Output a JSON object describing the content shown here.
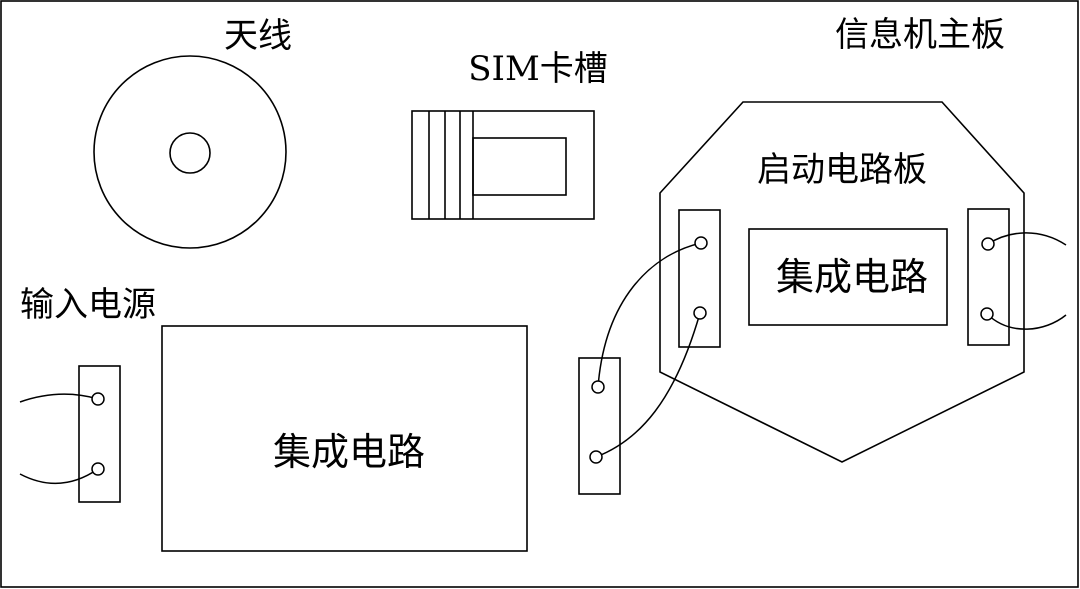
{
  "labels": {
    "antenna": "天线",
    "sim_slot": "SIM卡槽",
    "main_board": "信息机主板",
    "start_board": "启动电路板",
    "power_input": "输入电源",
    "ic_large": "集成电路",
    "ic_small": "集成电路"
  }
}
